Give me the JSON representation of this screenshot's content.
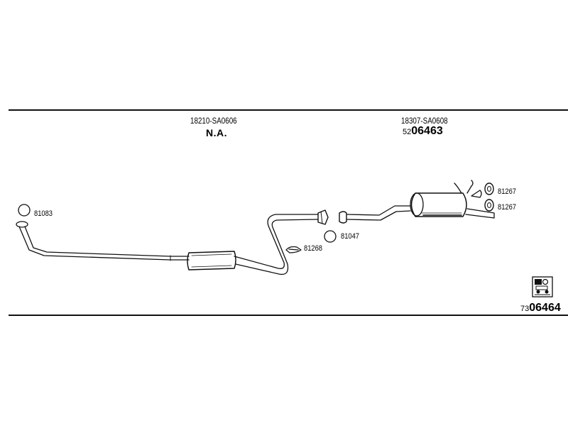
{
  "header": {
    "left_part_number": "18210-SA0606",
    "left_note": "N.A.",
    "right_part_number": "18307-SA0608",
    "right_ref_prefix": "52",
    "right_ref_main": "06463"
  },
  "callouts": {
    "gasket_front": "81083",
    "clamp_center": "81268",
    "gasket_joint": "81047",
    "rubber_mount_upper": "81267",
    "rubber_mount_lower": "81267"
  },
  "footer": {
    "ref_prefix": "73",
    "ref_main": "06464"
  },
  "icon": "vehicle-application-icon"
}
